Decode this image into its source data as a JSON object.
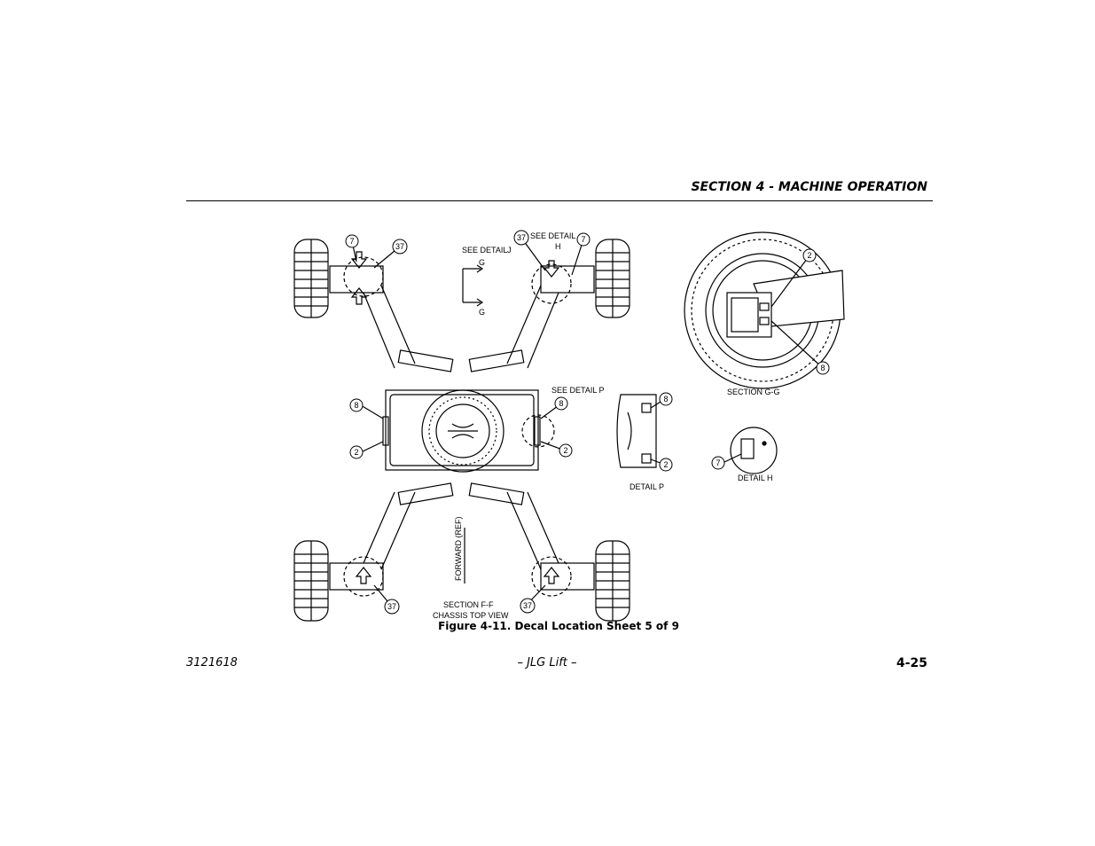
{
  "header": {
    "section_title": "SECTION 4 - MACHINE OPERATION"
  },
  "figure": {
    "caption": "Figure 4-11. Decal Location Sheet 5 of 9",
    "callouts": {
      "c7a": "7",
      "c37a": "37",
      "c37b": "37",
      "c7b": "7",
      "c8a": "8",
      "c2a": "2",
      "c8b": "8",
      "c2b": "2",
      "c37c": "37",
      "c37d": "37",
      "c2gg": "2",
      "c8gg": "8",
      "c8p": "8",
      "c2p": "2",
      "c7h": "7"
    },
    "labels": {
      "see_detail_j_1": "SEE DETAIL",
      "see_detail_j_2": "J",
      "see_detail_h_1": "SEE DETAIL",
      "see_detail_h_2": "H",
      "section_g_top": "G",
      "section_g_bottom": "G",
      "see_detail_p": "SEE DETAIL P",
      "forward_ref": "FORWARD (REF)",
      "section_ff": "SECTION   F-F",
      "chassis_top_view": "CHASSIS TOP VIEW",
      "section_gg": "SECTION   G-G",
      "detail_p": "DETAIL P",
      "detail_h": "DETAIL   H"
    }
  },
  "footer": {
    "doc_number": "3121618",
    "center_text": "– JLG Lift –",
    "page_number": "4-25"
  }
}
